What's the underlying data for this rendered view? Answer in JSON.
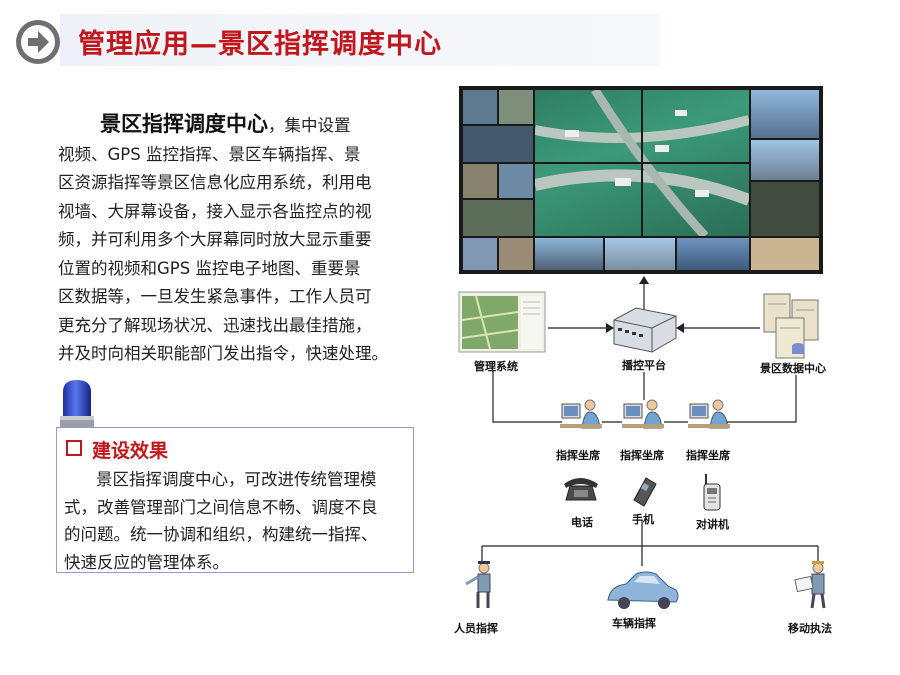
{
  "header": {
    "title": "管理应用—景区指挥调度中心"
  },
  "intro": {
    "lead": "景区指挥调度中心",
    "line1_rest": "，集中设置",
    "line2": "视频、GPS 监控指挥、景区车辆指挥、景",
    "line3": "区资源指挥等景区信息化应用系统，利用电",
    "line4": "视墙、大屏幕设备，接入显示各监控点的视",
    "line5": "频，并可利用多个大屏幕同时放大显示重要",
    "line6": "位置的视频和GPS 监控电子地图、重要景",
    "line7": "区数据等，一旦发生紧急事件，工作人员可",
    "line8": "更充分了解现场状况、迅速找出最佳措施，",
    "line9": "并及时向相关职能部门发出指令，快速处理。"
  },
  "effect": {
    "heading": "建设效果",
    "line1": "景区指挥调度中心，可改进传统管理模",
    "line2": "式，改善管理部门之间信息不畅、调度不良",
    "line3": "的问题。统一协调和组织，构建统一指挥、",
    "line4": "快速反应的管理体系。"
  },
  "diagram": {
    "mgmt_system": "管理系统",
    "dispatch_platform": "播控平台",
    "data_center": "景区数据中心",
    "seat1": "指挥坐席",
    "seat2": "指挥坐席",
    "seat3": "指挥坐席",
    "phone": "电话",
    "mobile": "手机",
    "walkie": "对讲机",
    "staff": "人员指挥",
    "vehicle": "车辆指挥",
    "mobile_law": "移动执法"
  },
  "colors": {
    "title_red": "#c0171d",
    "box_border": "#9a9ac8"
  }
}
